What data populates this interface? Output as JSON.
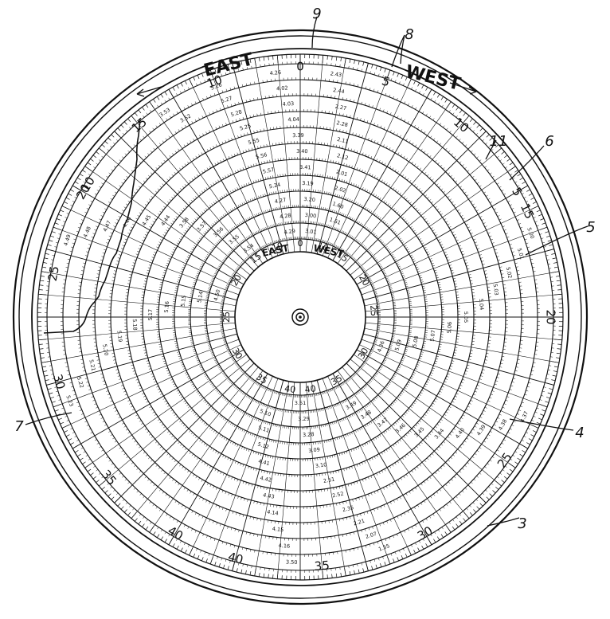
{
  "labels": {
    "east_outer": "EAST",
    "west_outer": "WEST",
    "east_inner": "EAST",
    "west_inner": "WEST"
  },
  "outer_degree_labels": [
    "0",
    "5",
    "10",
    "15",
    "20",
    "25",
    "30",
    "35",
    "40",
    "40",
    "35",
    "30",
    "25",
    "20",
    "15",
    "10",
    "5",
    "10"
  ],
  "inner_degree_labels": [
    "10",
    "0",
    "10",
    "15",
    "20",
    "25",
    "30",
    "35",
    "40",
    "40",
    "35",
    "30",
    "25",
    "20",
    "15"
  ],
  "reference_numerals": [
    "9",
    "8",
    "11",
    "6",
    "5",
    "4",
    "3",
    "7"
  ],
  "scale_labels_top": [
    "5.26",
    "5.27",
    "5.28",
    "5.25",
    "5.55",
    "5.56",
    "5.57",
    "5.24",
    "4.27",
    "4.28",
    "4.29",
    "4.26",
    "4.02",
    "4.03",
    "4.04",
    "3.39",
    "3.40",
    "3.41",
    "3.19",
    "3.20",
    "3.00",
    "3.01",
    "2.43",
    "2.44",
    "2.27",
    "2.28",
    "2.11",
    "2.12",
    "2.01",
    "2.02",
    "1.60",
    "1.61"
  ],
  "scale_labels_bottom": [
    "1.55",
    "2.07",
    "2.21",
    "2.35",
    "2.52",
    "2.51",
    "3.10",
    "3.09",
    "3.28",
    "3.29",
    "3.51",
    "3.50",
    "4.16",
    "4.15",
    "4.14",
    "4.43",
    "4.42",
    "4.41",
    "5.12",
    "5.11",
    "5.10"
  ],
  "scale_labels_left": [
    "5.23",
    "5.22",
    "5.21",
    "5.20",
    "5.19",
    "5.18",
    "5.17",
    "5.16",
    "5.15",
    "5.14",
    "4.50",
    "4.49",
    "4.48",
    "4.47",
    "4.46",
    "4.45",
    "4.44",
    "3.58",
    "3.57",
    "3.56",
    "3.55",
    "3.54",
    "3.53",
    "3.52"
  ],
  "scale_labels_right": [
    "5.00",
    "5.01",
    "5.02",
    "5.03",
    "5.04",
    "5.05",
    "5.06",
    "5.07",
    "5.08",
    "5.09",
    "4.36",
    "4.37",
    "4.38",
    "4.39",
    "4.40",
    "3.44",
    "3.45",
    "3.46",
    "3.47",
    "3.48",
    "3.49"
  ]
}
